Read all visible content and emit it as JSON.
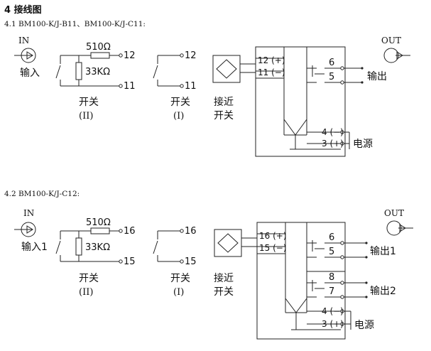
{
  "section_title": "4 接线图",
  "section1": {
    "subtitle": "4.1 BM100-K/J-B11、BM100-K/J-C11:",
    "in_label": "IN",
    "input_label": "输入",
    "resistor1": "510Ω",
    "resistor2": "33KΩ",
    "t_top": "12",
    "t_bot": "11",
    "sw2_top": "12",
    "sw2_bot": "11",
    "switch_label": "开关",
    "switch2_paren": "(II)",
    "switch1_paren": "(I)",
    "prox_label_1": "接近",
    "prox_label_2": "开关",
    "box_in_plus": "12 (+)",
    "box_in_minus": "11 (−)",
    "out_6": "6",
    "out_5": "5",
    "pwr_minus": "4 (−)",
    "pwr_plus": "3 (+)",
    "output_label": "输出",
    "power_label": "电源",
    "out_label": "OUT"
  },
  "section2": {
    "subtitle": "4.2 BM100-K/J-C12:",
    "in_label": "IN",
    "input_label": "输入1",
    "resistor1": "510Ω",
    "resistor2": "33KΩ",
    "t_top": "16",
    "t_bot": "15",
    "sw2_top": "16",
    "sw2_bot": "15",
    "switch_label": "开关",
    "switch2_paren": "(II)",
    "switch1_paren": "(I)",
    "prox_label_1": "接近",
    "prox_label_2": "开关",
    "box_in_plus": "16 (+)",
    "box_in_minus": "15 (−)",
    "out_6": "6",
    "out_5": "5",
    "out_8": "8",
    "out_7": "7",
    "pwr_minus": "4 (−)",
    "pwr_plus": "3 (+)",
    "output1_label": "输出1",
    "output2_label": "输出2",
    "power_label": "电源",
    "out_label": "OUT"
  }
}
